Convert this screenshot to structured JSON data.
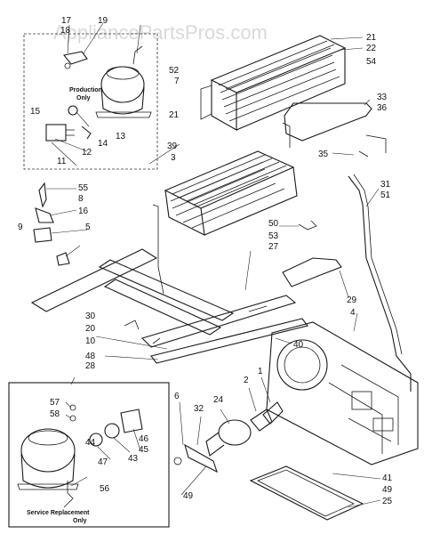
{
  "watermark": "AppliancePartsPros.com",
  "box_labels": {
    "production": [
      "Production",
      "Only"
    ],
    "service": [
      "Service Replacement",
      "Only"
    ]
  },
  "callouts": [
    "17",
    "19",
    "18",
    "52",
    "7",
    "21",
    "22",
    "54",
    "21",
    "33",
    "36",
    "35",
    "31",
    "51",
    "15",
    "14",
    "13",
    "12",
    "11",
    "39",
    "3",
    "55",
    "8",
    "16",
    "9",
    "5",
    "50",
    "53",
    "27",
    "29",
    "4",
    "30",
    "20",
    "10",
    "48",
    "28",
    "40",
    "57",
    "58",
    "44",
    "47",
    "56",
    "43",
    "45",
    "46",
    "6",
    "32",
    "24",
    "2",
    "1",
    "41",
    "49",
    "25",
    "49"
  ]
}
